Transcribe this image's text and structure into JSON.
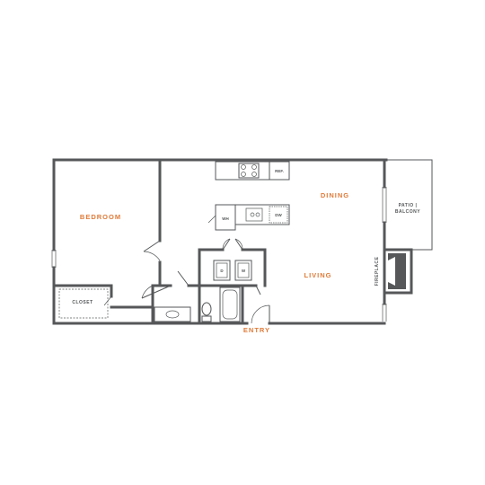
{
  "rooms": {
    "bedroom": "BEDROOM",
    "dining": "DINING",
    "living": "LIVING",
    "entry": "ENTRY",
    "closet": "CLOSET",
    "patio_line1": "PATIO |",
    "patio_line2": "BALCONY",
    "fireplace": "FIREPLACE"
  },
  "fixtures": {
    "refrigerator": "REF.",
    "water_heater": "WH",
    "dishwasher": "DW",
    "dryer": "D",
    "washer": "W"
  },
  "colors": {
    "wall": "#555759",
    "label_accent": "#e07b39",
    "background": "#ffffff"
  }
}
